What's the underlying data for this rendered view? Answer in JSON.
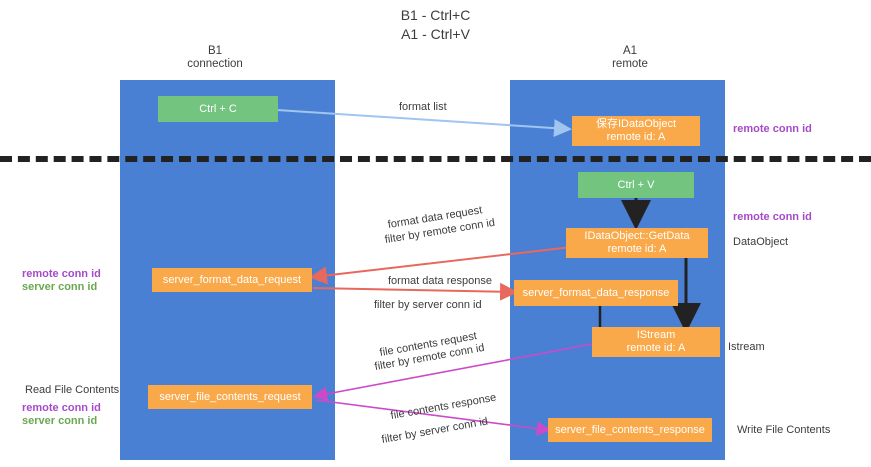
{
  "title": "B1 - Ctrl+C\nA1 - Ctrl+V",
  "colors": {
    "lane": "#4a80d4",
    "node_orange": "#f9a94a",
    "node_green": "#73c47f",
    "remote_conn_id": "#a64ac9",
    "server_conn_id": "#6aa84f",
    "filter_highlight": "#d64aa0",
    "arrow_blue": "#9fc5f0",
    "arrow_red": "#e8685d",
    "arrow_magenta": "#cc4ac9",
    "arrow_black": "#222222",
    "divider": "#222222"
  },
  "lanes": [
    {
      "id": "b1",
      "header": "B1\nconnection"
    },
    {
      "id": "a1",
      "header": "A1\nremote"
    }
  ],
  "nodes": {
    "ctrl_c": {
      "line1": "Ctrl + C",
      "line2": ""
    },
    "save_dataobject": {
      "line1": "保存IDataObject",
      "line2": "remote id: A"
    },
    "ctrl_v": {
      "line1": "Ctrl + V",
      "line2": ""
    },
    "getdata": {
      "line1": "IDataObject::GetData",
      "line2": "remote id: A"
    },
    "server_format_data_request": {
      "line1": "server_format_data_request",
      "line2": ""
    },
    "server_format_data_response": {
      "line1": "server_format_data_response",
      "line2": ""
    },
    "istream": {
      "line1": "IStream",
      "line2": "remote id: A"
    },
    "server_file_contents_request": {
      "line1": "server_file_contents_request",
      "line2": ""
    },
    "server_file_contents_response": {
      "line1": "server_file_contents_response",
      "line2": ""
    }
  },
  "edge_labels": {
    "format_list": "format list",
    "format_data_request": "format data request",
    "format_data_request_filter_prefix": "filter by ",
    "format_data_request_filter_key": "remote conn id",
    "format_data_response": "format data response",
    "format_data_response_filter_prefix": "filter by ",
    "format_data_response_filter_key": "server conn id",
    "file_contents_request": "file contents request",
    "file_contents_request_filter_prefix": "filter by ",
    "file_contents_request_filter_key": "remote conn id",
    "file_contents_response": "file contents response",
    "file_contents_response_filter_prefix": "filter by ",
    "file_contents_response_filter_key": "server conn id"
  },
  "annotations": {
    "right_remote_conn_id_top": "remote conn id",
    "right_remote_conn_id_mid": "remote conn id",
    "right_dataobject": "DataObject",
    "right_istream": "Istream",
    "right_write_file_contents": "Write File Contents",
    "left_remote_conn_id_mid": "remote conn id",
    "left_server_conn_id_mid": "server conn id",
    "left_read_file_contents": "Read File Contents",
    "left_remote_conn_id_bottom": "remote conn id",
    "left_server_conn_id_bottom": "server conn id"
  }
}
